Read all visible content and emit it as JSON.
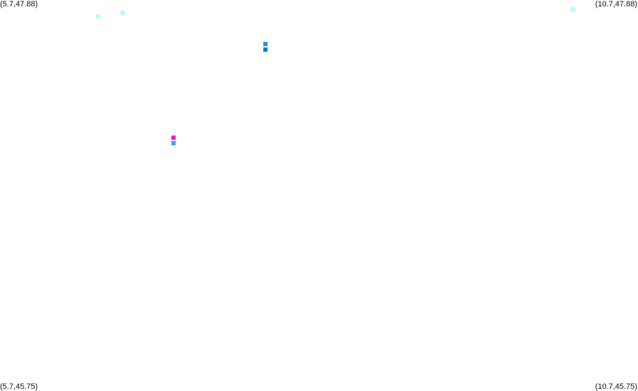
{
  "map": {
    "bounds": {
      "lon_min": 5.7,
      "lon_max": 10.7,
      "lat_min": 45.75,
      "lat_max": 47.88
    },
    "corner_labels": {
      "top_left": "(5.7,47.88)",
      "top_right": "(10.7,47.88)",
      "bottom_left": "(5.7,45.75)",
      "bottom_right": "(10.7,45.75)"
    },
    "background_color": "#ffffff"
  },
  "chart_data": {
    "type": "scatter",
    "xlim": [
      5.7,
      10.7
    ],
    "ylim": [
      45.75,
      47.88
    ],
    "points": [
      {
        "lon": 6.47,
        "lat": 47.79,
        "color": "#aaffff"
      },
      {
        "lon": 6.66,
        "lat": 47.81,
        "color": "#aaffff"
      },
      {
        "lon": 7.78,
        "lat": 47.64,
        "color": "#2b8ce6"
      },
      {
        "lon": 7.78,
        "lat": 47.61,
        "color": "#1f73d1"
      },
      {
        "lon": 7.06,
        "lat": 47.13,
        "color": "#ee11dd"
      },
      {
        "lon": 7.06,
        "lat": 47.1,
        "color": "#22aaee"
      },
      {
        "lon": 10.19,
        "lat": 47.83,
        "color": "#aaffff"
      }
    ]
  }
}
